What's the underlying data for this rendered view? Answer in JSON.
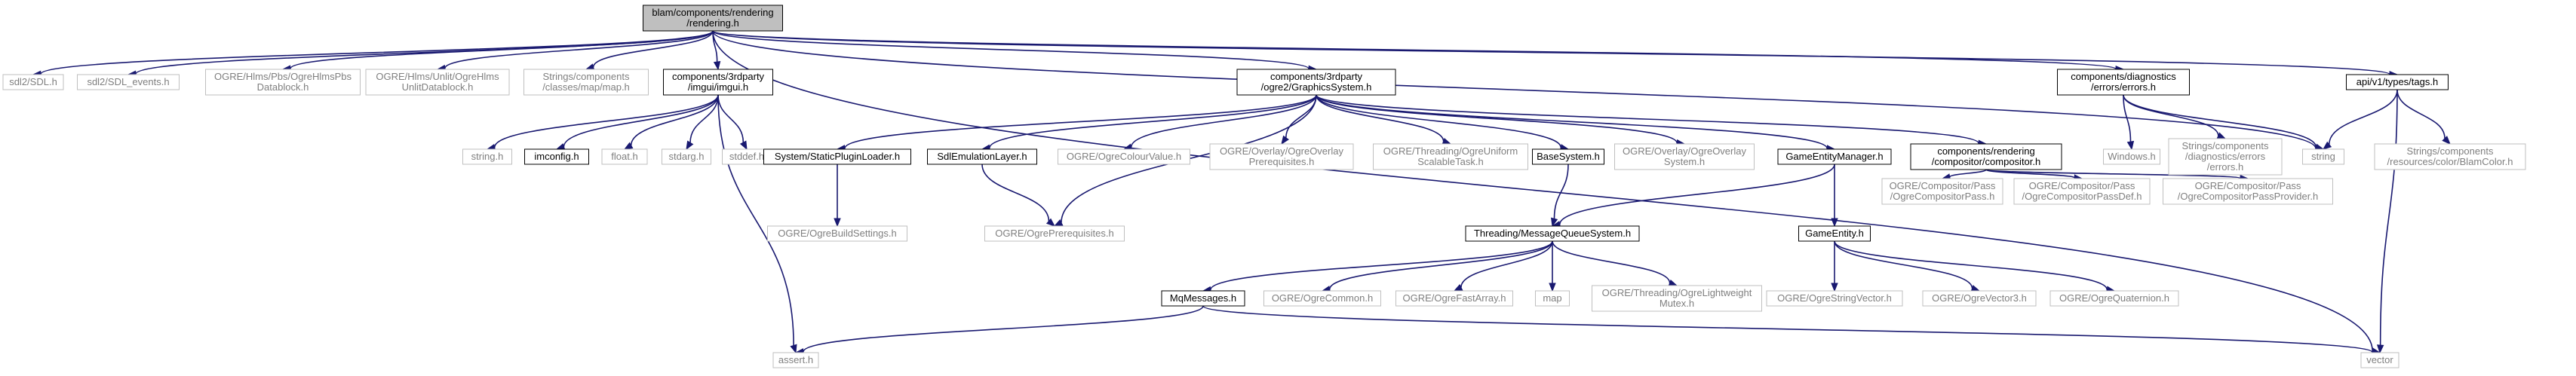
{
  "nodes": {
    "root": {
      "lines": [
        "blam/components/rendering",
        "/rendering.h"
      ],
      "kind": "root"
    },
    "sdl": {
      "lines": [
        "sdl2/SDL.h"
      ],
      "kind": "ext"
    },
    "sdl_events": {
      "lines": [
        "sdl2/SDL_events.h"
      ],
      "kind": "ext"
    },
    "hlms_pbs": {
      "lines": [
        "OGRE/Hlms/Pbs/OgreHlmsPbs",
        "Datablock.h"
      ],
      "kind": "ext"
    },
    "hlms_unlit": {
      "lines": [
        "OGRE/Hlms/Unlit/OgreHlms",
        "UnlitDatablock.h"
      ],
      "kind": "ext"
    },
    "strings_map": {
      "lines": [
        "Strings/components",
        "/classes/map/map.h"
      ],
      "kind": "ext"
    },
    "imgui": {
      "lines": [
        "components/3rdparty",
        "/imgui/imgui.h"
      ],
      "kind": "doc"
    },
    "graphics_system": {
      "lines": [
        "components/3rdparty",
        "/ogre2/GraphicsSystem.h"
      ],
      "kind": "doc"
    },
    "diag_errors": {
      "lines": [
        "components/diagnostics",
        "/errors/errors.h"
      ],
      "kind": "doc"
    },
    "tags": {
      "lines": [
        "api/v1/types/tags.h"
      ],
      "kind": "doc"
    },
    "string_h": {
      "lines": [
        "string.h"
      ],
      "kind": "ext"
    },
    "imconfig": {
      "lines": [
        "imconfig.h"
      ],
      "kind": "doc"
    },
    "float_h": {
      "lines": [
        "float.h"
      ],
      "kind": "ext"
    },
    "stdarg": {
      "lines": [
        "stdarg.h"
      ],
      "kind": "ext"
    },
    "stddef": {
      "lines": [
        "stddef.h"
      ],
      "kind": "ext"
    },
    "static_plugin": {
      "lines": [
        "System/StaticPluginLoader.h"
      ],
      "kind": "doc"
    },
    "sdl_emulation": {
      "lines": [
        "SdlEmulationLayer.h"
      ],
      "kind": "doc"
    },
    "colour_value": {
      "lines": [
        "OGRE/OgreColourValue.h"
      ],
      "kind": "ext"
    },
    "overlay_prereq": {
      "lines": [
        "OGRE/Overlay/OgreOverlay",
        "Prerequisites.h"
      ],
      "kind": "ext"
    },
    "uniform_task": {
      "lines": [
        "OGRE/Threading/OgreUniform",
        "ScalableTask.h"
      ],
      "kind": "ext"
    },
    "base_system": {
      "lines": [
        "BaseSystem.h"
      ],
      "kind": "doc"
    },
    "overlay_system": {
      "lines": [
        "OGRE/Overlay/OgreOverlay",
        "System.h"
      ],
      "kind": "ext"
    },
    "game_entity_manager": {
      "lines": [
        "GameEntityManager.h"
      ],
      "kind": "doc"
    },
    "compositor": {
      "lines": [
        "components/rendering",
        "/compositor/compositor.h"
      ],
      "kind": "doc"
    },
    "windows_h": {
      "lines": [
        "Windows.h"
      ],
      "kind": "ext"
    },
    "strings_diag": {
      "lines": [
        "Strings/components",
        "/diagnostics/errors",
        "/errors.h"
      ],
      "kind": "ext"
    },
    "string": {
      "lines": [
        "string"
      ],
      "kind": "ext"
    },
    "blam_color": {
      "lines": [
        "Strings/components",
        "/resources/color/BlamColor.h"
      ],
      "kind": "ext"
    },
    "build_settings": {
      "lines": [
        "OGRE/OgreBuildSettings.h"
      ],
      "kind": "ext"
    },
    "ogre_prereq": {
      "lines": [
        "OGRE/OgrePrerequisites.h"
      ],
      "kind": "ext"
    },
    "mq_system": {
      "lines": [
        "Threading/MessageQueueSystem.h"
      ],
      "kind": "doc"
    },
    "game_entity": {
      "lines": [
        "GameEntity.h"
      ],
      "kind": "doc"
    },
    "comp_pass": {
      "lines": [
        "OGRE/Compositor/Pass",
        "/OgreCompositorPass.h"
      ],
      "kind": "ext"
    },
    "comp_pass_def": {
      "lines": [
        "OGRE/Compositor/Pass",
        "/OgreCompositorPassDef.h"
      ],
      "kind": "ext"
    },
    "comp_pass_provider": {
      "lines": [
        "OGRE/Compositor/Pass",
        "/OgreCompositorPassProvider.h"
      ],
      "kind": "ext"
    },
    "mq_messages": {
      "lines": [
        "MqMessages.h"
      ],
      "kind": "doc"
    },
    "ogre_common": {
      "lines": [
        "OGRE/OgreCommon.h"
      ],
      "kind": "ext"
    },
    "fast_array": {
      "lines": [
        "OGRE/OgreFastArray.h"
      ],
      "kind": "ext"
    },
    "map": {
      "lines": [
        "map"
      ],
      "kind": "ext"
    },
    "lightweight_mutex": {
      "lines": [
        "OGRE/Threading/OgreLightweight",
        "Mutex.h"
      ],
      "kind": "ext"
    },
    "string_vector": {
      "lines": [
        "OGRE/OgreStringVector.h"
      ],
      "kind": "ext"
    },
    "vector3": {
      "lines": [
        "OGRE/OgreVector3.h"
      ],
      "kind": "ext"
    },
    "quaternion": {
      "lines": [
        "OGRE/OgreQuaternion.h"
      ],
      "kind": "ext"
    },
    "assert_h": {
      "lines": [
        "assert.h"
      ],
      "kind": "ext"
    },
    "vector": {
      "lines": [
        "vector"
      ],
      "kind": "ext"
    }
  },
  "edges": [
    [
      "root",
      "sdl"
    ],
    [
      "root",
      "sdl_events"
    ],
    [
      "root",
      "hlms_pbs"
    ],
    [
      "root",
      "hlms_unlit"
    ],
    [
      "root",
      "strings_map"
    ],
    [
      "root",
      "imgui"
    ],
    [
      "root",
      "graphics_system"
    ],
    [
      "root",
      "diag_errors"
    ],
    [
      "root",
      "string"
    ],
    [
      "root",
      "tags"
    ],
    [
      "root",
      "vector"
    ],
    [
      "imgui",
      "string_h"
    ],
    [
      "imgui",
      "imconfig"
    ],
    [
      "imgui",
      "float_h"
    ],
    [
      "imgui",
      "stdarg"
    ],
    [
      "imgui",
      "stddef"
    ],
    [
      "imgui",
      "assert_h"
    ],
    [
      "graphics_system",
      "static_plugin"
    ],
    [
      "graphics_system",
      "sdl_emulation"
    ],
    [
      "graphics_system",
      "colour_value"
    ],
    [
      "graphics_system",
      "overlay_prereq"
    ],
    [
      "graphics_system",
      "uniform_task"
    ],
    [
      "graphics_system",
      "base_system"
    ],
    [
      "graphics_system",
      "overlay_system"
    ],
    [
      "graphics_system",
      "game_entity_manager"
    ],
    [
      "graphics_system",
      "compositor"
    ],
    [
      "graphics_system",
      "ogre_prereq"
    ],
    [
      "diag_errors",
      "windows_h"
    ],
    [
      "diag_errors",
      "strings_diag"
    ],
    [
      "diag_errors",
      "string"
    ],
    [
      "tags",
      "string"
    ],
    [
      "tags",
      "blam_color"
    ],
    [
      "tags",
      "vector"
    ],
    [
      "static_plugin",
      "build_settings"
    ],
    [
      "sdl_emulation",
      "ogre_prereq"
    ],
    [
      "base_system",
      "mq_system"
    ],
    [
      "game_entity_manager",
      "mq_system"
    ],
    [
      "game_entity_manager",
      "game_entity"
    ],
    [
      "compositor",
      "comp_pass"
    ],
    [
      "compositor",
      "comp_pass_def"
    ],
    [
      "compositor",
      "comp_pass_provider"
    ],
    [
      "mq_system",
      "mq_messages"
    ],
    [
      "mq_system",
      "ogre_common"
    ],
    [
      "mq_system",
      "fast_array"
    ],
    [
      "mq_system",
      "map"
    ],
    [
      "mq_system",
      "lightweight_mutex"
    ],
    [
      "game_entity",
      "string_vector"
    ],
    [
      "game_entity",
      "vector3"
    ],
    [
      "game_entity",
      "quaternion"
    ],
    [
      "mq_messages",
      "assert_h"
    ],
    [
      "mq_messages",
      "vector"
    ]
  ]
}
